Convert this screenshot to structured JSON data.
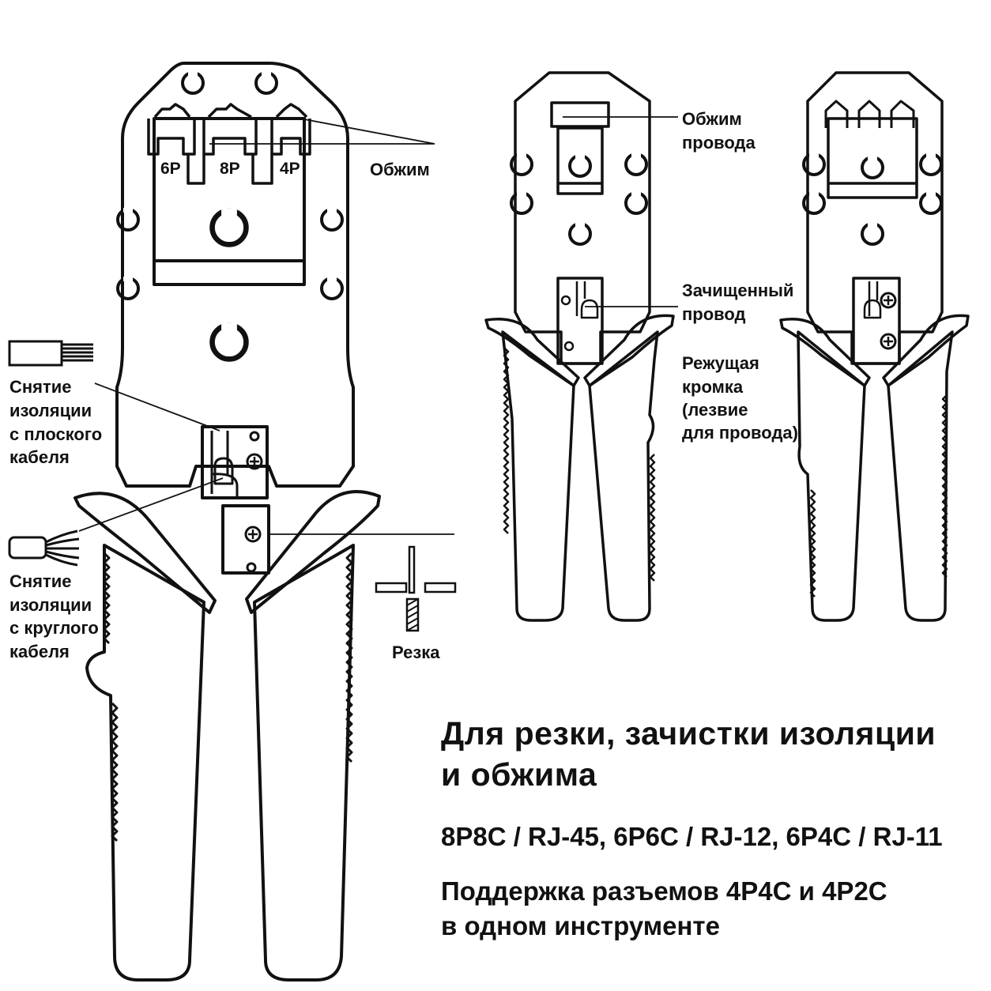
{
  "slots": {
    "slot_6p": "6P",
    "slot_8p": "8P",
    "slot_4p": "4P"
  },
  "labels": {
    "crimp": "Обжим",
    "crimp_wire": [
      "Обжим",
      "провода"
    ],
    "stripped_wire": [
      "Зачищенный",
      "провод"
    ],
    "cutting_edge": [
      "Режущая",
      "кромка",
      "(лезвие",
      "для провода)"
    ],
    "strip_flat": [
      "Снятие",
      "изоляции",
      "с плоского",
      "кабеля"
    ],
    "strip_round": [
      "Снятие",
      "изоляции",
      "с круглого",
      "кабеля"
    ],
    "cutting": "Резка"
  },
  "headline": [
    "Для резки, зачистки изоляции",
    "и обжима"
  ],
  "standards": "8P8C / RJ-45, 6P6C / RJ-12, 6P4C / RJ-11",
  "support": [
    "Поддержка разъемов 4P4C и 4P2C",
    "в одном инструменте"
  ]
}
